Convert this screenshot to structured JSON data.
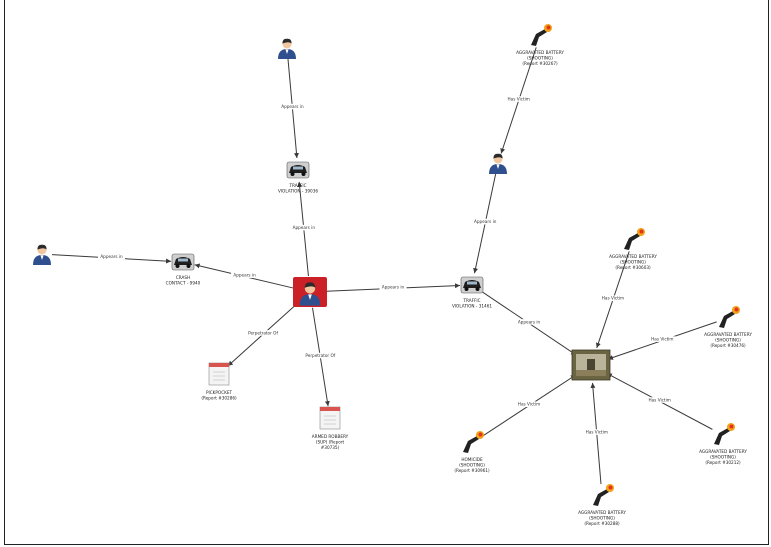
{
  "diagram": {
    "colors": {
      "edge": "#3a3a3a",
      "person_head": "#f2c7a0",
      "person_hair": "#2b2b2b",
      "person_body": "#2f4f8f",
      "highlight": "#cc2027",
      "document_header": "#d9534f",
      "gun": "#222222",
      "flame": "#f3a21a"
    },
    "nodes": [
      {
        "id": "p_top",
        "type": "person",
        "lines": []
      },
      {
        "id": "car1",
        "type": "vehicle",
        "lines": [
          "TRAFFIC",
          "VIOLATION - 39036"
        ]
      },
      {
        "id": "center",
        "type": "person-highlight",
        "lines": []
      },
      {
        "id": "p_left",
        "type": "person",
        "lines": []
      },
      {
        "id": "car2",
        "type": "vehicle",
        "lines": [
          "CRASH",
          "CONTACT - 9940"
        ]
      },
      {
        "id": "doc1",
        "type": "document",
        "lines": [
          "PICKPOCKET",
          "(Report #30286)"
        ]
      },
      {
        "id": "doc2",
        "type": "document",
        "lines": [
          "ARMED ROBBERY",
          "(SUP) (Report",
          "#30735)"
        ]
      },
      {
        "id": "car3",
        "type": "vehicle",
        "lines": [
          "TRAFFIC",
          "VIOLATION - 31461"
        ]
      },
      {
        "id": "p_right",
        "type": "person",
        "lines": []
      },
      {
        "id": "gun_top",
        "type": "gun",
        "lines": [
          "AGGRAVATED BATTERY",
          "(SHOOTING)",
          "(Report #30267)"
        ]
      },
      {
        "id": "photo",
        "type": "photo",
        "lines": []
      },
      {
        "id": "gun_r1",
        "type": "gun",
        "lines": [
          "AGGRAVATED BATTERY",
          "(SHOOTING)",
          "(Report #30603)"
        ]
      },
      {
        "id": "gun_r2",
        "type": "gun",
        "lines": [
          "AGGRAVATED BATTERY",
          "(SHOOTING)",
          "(Report #30476)"
        ]
      },
      {
        "id": "gun_r3",
        "type": "gun",
        "lines": [
          "AGGRAVATED BATTERY",
          "(SHOOTING)",
          "(Report #30212)"
        ]
      },
      {
        "id": "gun_b",
        "type": "gun",
        "lines": [
          "AGGRAVATED BATTERY",
          "(SHOOTING)",
          "(Report #30288)"
        ]
      },
      {
        "id": "gun_l",
        "type": "gun",
        "lines": [
          "HOMICIDE",
          "(SHOOTING)",
          "(Report #30961)"
        ]
      }
    ],
    "edges": [
      {
        "from": "p_top",
        "to": "car1",
        "label": "Appears in"
      },
      {
        "from": "center",
        "to": "car1",
        "label": "Appears in"
      },
      {
        "from": "p_left",
        "to": "car2",
        "label": "Appears in"
      },
      {
        "from": "center",
        "to": "car2",
        "label": "Appears in"
      },
      {
        "from": "center",
        "to": "doc1",
        "label": "Perpetrator Of"
      },
      {
        "from": "center",
        "to": "doc2",
        "label": "Perpetrator Of"
      },
      {
        "from": "center",
        "to": "car3",
        "label": "Appears in"
      },
      {
        "from": "p_right",
        "to": "car3",
        "label": "Appears in"
      },
      {
        "from": "gun_top",
        "to": "p_right",
        "label": "Has Victim"
      },
      {
        "from": "car3",
        "to": "photo",
        "label": "Appears in"
      },
      {
        "from": "gun_r1",
        "to": "photo",
        "label": "Has Victim"
      },
      {
        "from": "gun_r2",
        "to": "photo",
        "label": "Has Victim"
      },
      {
        "from": "gun_r3",
        "to": "photo",
        "label": "Has Victim"
      },
      {
        "from": "gun_b",
        "to": "photo",
        "label": "Has Victim"
      },
      {
        "from": "gun_l",
        "to": "photo",
        "label": "Has Victim"
      }
    ]
  }
}
